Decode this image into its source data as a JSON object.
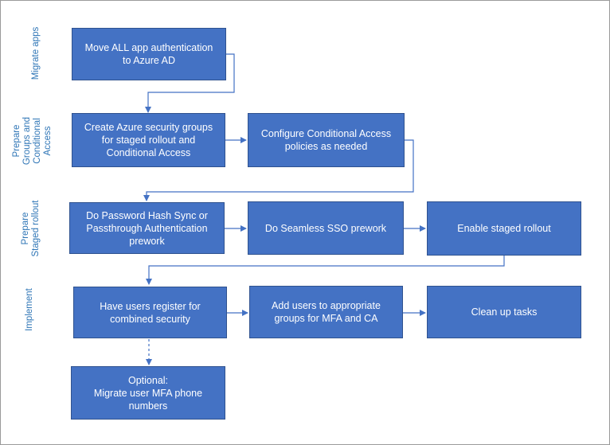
{
  "lanes": {
    "migrate_apps": "Migrate apps",
    "prepare_groups": "Prepare\nGroups and\nConditional\nAccess",
    "prepare_staged": "Prepare\nStaged rollout",
    "implement": "Implement"
  },
  "steps": {
    "move_auth": "Move ALL app authentication\nto Azure AD",
    "create_groups": "Create Azure security groups\nfor staged rollout and\nConditional Access",
    "configure_ca": "Configure Conditional Access\npolicies as needed",
    "phs_pta": "Do Password Hash Sync or\nPassthrough Authentication\nprework",
    "seamless_sso": "Do Seamless SSO prework",
    "enable_staged": "Enable staged rollout",
    "register_users": "Have users register for\ncombined security",
    "add_users": "Add users to appropriate\ngroups for MFA and CA",
    "clean_up": "Clean up tasks",
    "optional_migrate": "Optional:\nMigrate user MFA phone\nnumbers"
  },
  "colors": {
    "box_fill": "#4472c4",
    "box_border": "#2f528f",
    "connector": "#4472c4",
    "lane_text": "#2e75b6"
  }
}
